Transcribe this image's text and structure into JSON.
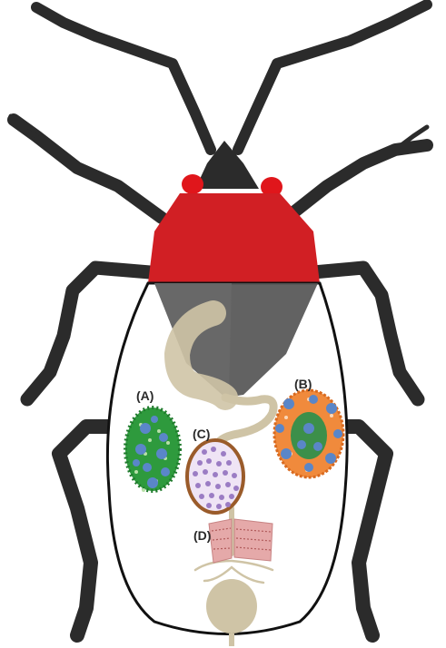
{
  "labels": {
    "a": "(A)",
    "b": "(B)",
    "c": "(C)",
    "d": "(D)"
  },
  "colors": {
    "legs": "#2b2b2b",
    "pronotum": "#d11f24",
    "eyes": "#e0161b",
    "scutellum": "#555555",
    "gut": "#cfc4a6",
    "organ_a_fill": "#2e9a3d",
    "organ_b_fill": "#f08a3c",
    "organ_c_fill": "#9b7cc4",
    "organ_c_rim": "#9a5b2a",
    "organ_d_fill": "#e5a9a9",
    "blue_cells": "#5a86c8"
  }
}
